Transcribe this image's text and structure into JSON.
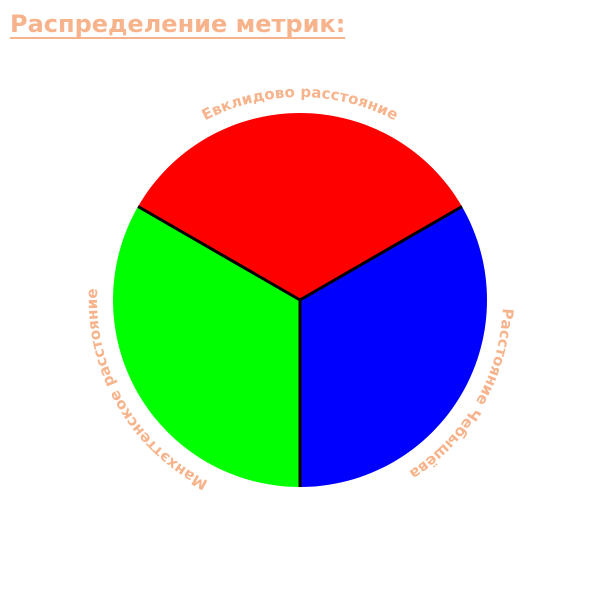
{
  "page": {
    "title": "Распределение метрик:",
    "label_color": "#f7b48c",
    "divider_color": "#000000"
  },
  "chart_data": {
    "type": "pie",
    "title": "Распределение метрик:",
    "slices": [
      {
        "label": "Евклидово расстояние",
        "value": 1,
        "color": "#ff0000"
      },
      {
        "label": "Расстояние Чебышёва",
        "value": 1,
        "color": "#0000ff"
      },
      {
        "label": "Манхэттенское расстояние",
        "value": 1,
        "color": "#00ff00"
      }
    ],
    "start_angle_deg": -150,
    "direction": "clockwise",
    "legend": "none"
  }
}
